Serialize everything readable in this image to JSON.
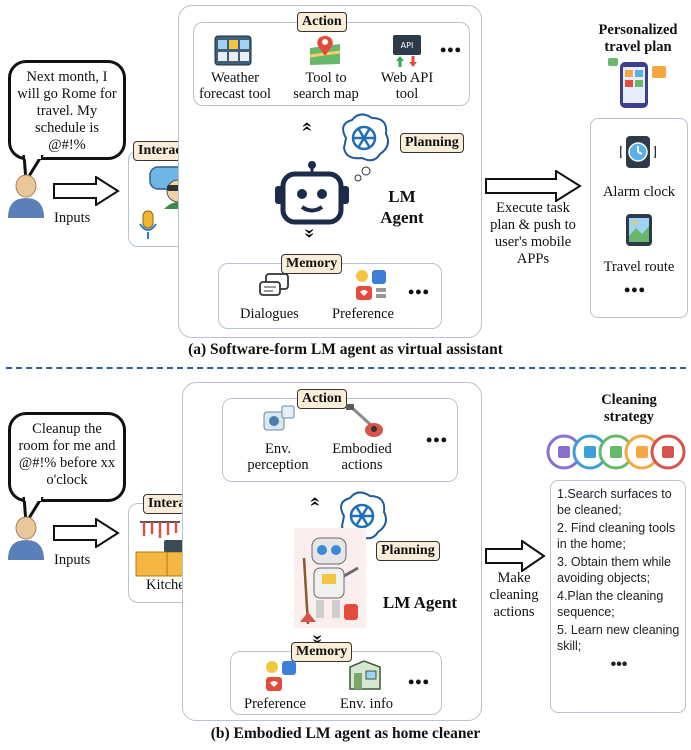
{
  "top": {
    "bubble_text": "Next month, I will go Rome for travel. My schedule is @#!%",
    "inputs_label": "Inputs",
    "interaction_tag": "Interaction",
    "action_tag": "Action",
    "action_tools": [
      "Weather forecast tool",
      "Tool to search map",
      "Web API tool"
    ],
    "planning_tag": "Planning",
    "agent_label": "LM Agent",
    "memory_tag": "Memory",
    "memory_items": [
      "Dialogues",
      "Preference"
    ],
    "execute_text": "Execute task plan & push to user's mobile APPs",
    "side_title": "Personalized travel plan",
    "side_items": [
      "Alarm clock",
      "Travel route"
    ],
    "caption": "(a) Software-form LM agent as virtual assistant"
  },
  "bottom": {
    "bubble_text": "Cleanup the room for me and @#!% before xx o'clock",
    "inputs_label": "Inputs",
    "interaction_tag": "Interaction",
    "interaction_item": "Kitchen env.",
    "action_tag": "Action",
    "action_items": [
      "Env. perception",
      "Embodied actions"
    ],
    "planning_tag": "Planning",
    "agent_label": "LM Agent",
    "memory_tag": "Memory",
    "memory_items": [
      "Preference",
      "Env. info"
    ],
    "make_text": "Make cleaning actions",
    "side_title": "Cleaning strategy",
    "strategy_steps": [
      "1.Search surfaces to be cleaned;",
      "2. Find cleaning tools in the home;",
      "3. Obtain them while avoiding objects;",
      "4.Plan the cleaning sequence;",
      "5. Learn new cleaning skill;"
    ],
    "caption": "(b) Embodied LM agent as home cleaner"
  },
  "ellipsis": "•••",
  "colors": {
    "panel_border": "#b7c3d2",
    "tag_fill": "#fbeed9",
    "divider": "#2e5f8f"
  }
}
